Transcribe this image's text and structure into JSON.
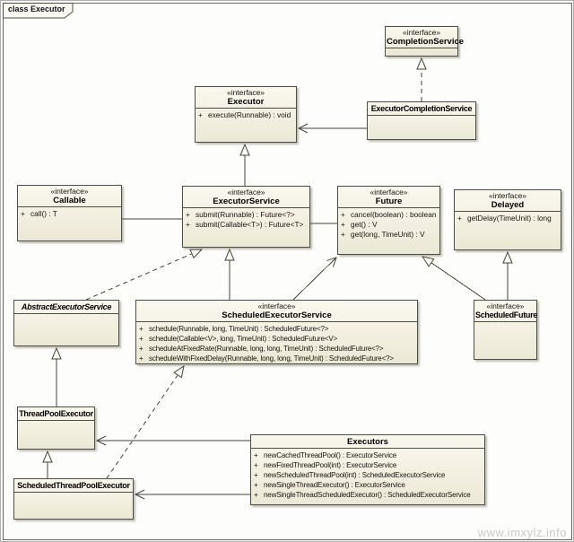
{
  "frame": {
    "title": "class Executor"
  },
  "watermark": "www.imxylz.info",
  "colors": {
    "box_fill_top": "#faf8ee",
    "box_fill_bottom": "#ece8d6",
    "box_border": "#4e4e44",
    "line": "#45453d",
    "watermark": "#c9c9c9"
  },
  "classes": {
    "completionService": {
      "stereotype": "«interface»",
      "name": "CompletionService",
      "methods": []
    },
    "executor": {
      "stereotype": "«interface»",
      "name": "Executor",
      "methods": [
        {
          "vis": "+",
          "sig": "execute(Runnable) : void"
        }
      ]
    },
    "executorCompletionService": {
      "name": "ExecutorCompletionService",
      "methods": []
    },
    "callable": {
      "stereotype": "«interface»",
      "name": "Callable",
      "methods": [
        {
          "vis": "+",
          "sig": "call() : T"
        }
      ]
    },
    "executorService": {
      "stereotype": "«interface»",
      "name": "ExecutorService",
      "methods": [
        {
          "vis": "+",
          "sig": "submit(Runnable) : Future<?>"
        },
        {
          "vis": "+",
          "sig": "submit(Callable<T>) : Future<T>"
        }
      ]
    },
    "future": {
      "stereotype": "«interface»",
      "name": "Future",
      "methods": [
        {
          "vis": "+",
          "sig": "cancel(boolean) : boolean"
        },
        {
          "vis": "+",
          "sig": "get() : V"
        },
        {
          "vis": "+",
          "sig": "get(long, TimeUnit) : V"
        }
      ]
    },
    "delayed": {
      "stereotype": "«interface»",
      "name": "Delayed",
      "methods": [
        {
          "vis": "+",
          "sig": "getDelay(TimeUnit) : long"
        }
      ]
    },
    "abstractExecutorService": {
      "name": "AbstractExecutorService",
      "methods": []
    },
    "scheduledExecutorService": {
      "stereotype": "«interface»",
      "name": "ScheduledExecutorService",
      "methods": [
        {
          "vis": "+",
          "sig": "schedule(Runnable, long, TimeUnit) : ScheduledFuture<?>"
        },
        {
          "vis": "+",
          "sig": "schedule(Callable<V>, long, TimeUnit) : ScheduledFuture<V>"
        },
        {
          "vis": "+",
          "sig": "scheduleAtFixedRate(Runnable, long, long, TimeUnit) : ScheduledFuture<?>"
        },
        {
          "vis": "+",
          "sig": "scheduleWithFixedDelay(Runnable, long, long, TimeUnit) : ScheduledFuture<?>"
        }
      ]
    },
    "scheduledFuture": {
      "stereotype": "«interface»",
      "name": "ScheduledFuture",
      "methods": []
    },
    "threadPoolExecutor": {
      "name": "ThreadPoolExecutor",
      "methods": []
    },
    "scheduledThreadPoolExecutor": {
      "name": "ScheduledThreadPoolExecutor",
      "methods": []
    },
    "executors": {
      "name": "Executors",
      "methods": [
        {
          "vis": "+",
          "sig": "newCachedThreadPool() : ExecutorService"
        },
        {
          "vis": "+",
          "sig": "newFixedThreadPool(int) : ExecutorService"
        },
        {
          "vis": "+",
          "sig": "newScheduledThreadPool(int) : ScheduledExecutorService"
        },
        {
          "vis": "+",
          "sig": "newSingleThreadExecutor() : ExecutorService"
        },
        {
          "vis": "+",
          "sig": "newSingleThreadScheduledExecutor() : ScheduledExecutorService"
        }
      ]
    }
  },
  "relationships": [
    {
      "from": "ExecutorService",
      "to": "Executor",
      "type": "generalization"
    },
    {
      "from": "ExecutorCompletionService",
      "to": "CompletionService",
      "type": "realization"
    },
    {
      "from": "ExecutorCompletionService",
      "to": "Executor",
      "type": "association"
    },
    {
      "from": "Callable",
      "to": "ExecutorService",
      "type": "association"
    },
    {
      "from": "ExecutorService",
      "to": "Future",
      "type": "association"
    },
    {
      "from": "AbstractExecutorService",
      "to": "ExecutorService",
      "type": "realization"
    },
    {
      "from": "ScheduledExecutorService",
      "to": "ExecutorService",
      "type": "generalization"
    },
    {
      "from": "ScheduledExecutorService",
      "to": "Future",
      "type": "association"
    },
    {
      "from": "ScheduledFuture",
      "to": "Future",
      "type": "generalization"
    },
    {
      "from": "ScheduledFuture",
      "to": "Delayed",
      "type": "generalization"
    },
    {
      "from": "ThreadPoolExecutor",
      "to": "AbstractExecutorService",
      "type": "generalization"
    },
    {
      "from": "ScheduledThreadPoolExecutor",
      "to": "ThreadPoolExecutor",
      "type": "generalization"
    },
    {
      "from": "ScheduledThreadPoolExecutor",
      "to": "ScheduledExecutorService",
      "type": "realization"
    },
    {
      "from": "Executors",
      "to": "ThreadPoolExecutor",
      "type": "dependency"
    },
    {
      "from": "Executors",
      "to": "ScheduledThreadPoolExecutor",
      "type": "dependency"
    }
  ]
}
